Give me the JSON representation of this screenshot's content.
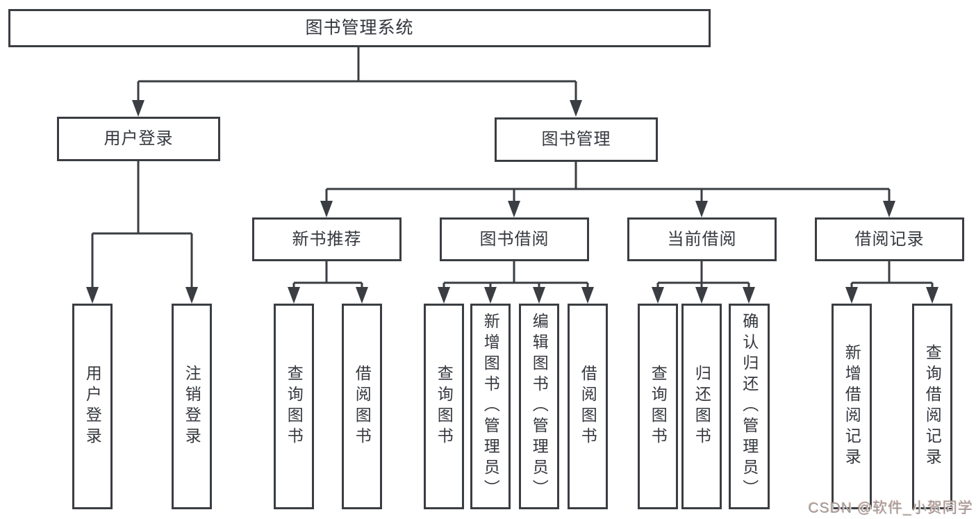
{
  "tree": {
    "root": "图书管理系统",
    "level2": {
      "user_login": "用户登录",
      "book_management": "图书管理"
    },
    "level3": {
      "new_book_recommend": "新书推荐",
      "book_borrowing": "图书借阅",
      "current_borrowing": "当前借阅",
      "borrowing_records": "借阅记录"
    },
    "level4": {
      "user_login": "用户登录",
      "logout": "注销登录",
      "query_books_recommend": "查询图书",
      "borrow_books_recommend": "借阅图书",
      "query_books_borrowing": "查询图书",
      "add_books_admin": "新增图书（管理员）",
      "edit_books_admin": "编辑图书（管理员）",
      "borrow_books_borrowing": "借阅图书",
      "query_books_current": "查询图书",
      "return_books": "归还图书",
      "confirm_return_admin": "确认归还（管理员）",
      "add_borrowing_record": "新增借阅记录",
      "query_borrowing_record": "查询借阅记录"
    }
  },
  "watermark": "CSDN @软件_小贺同学",
  "colors": {
    "line": "#3a3d42",
    "text": "#34373d",
    "background": "#ffffff",
    "watermark": "#9b9b9b"
  }
}
